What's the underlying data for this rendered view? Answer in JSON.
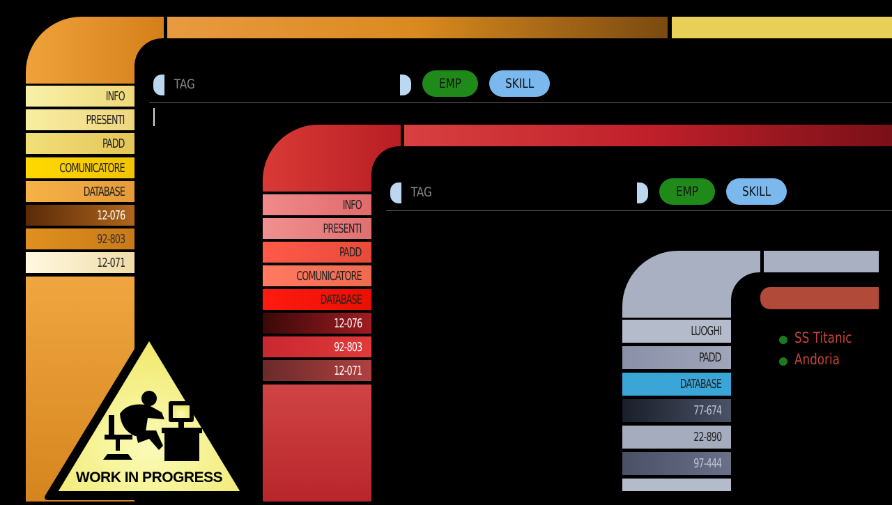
{
  "colors": {
    "orange": "#e08a1e",
    "red": "#c0242a",
    "grey": "#a9b0c2",
    "green": "#1f8a1a",
    "blue": "#7ab8ee"
  },
  "panel1": {
    "menu": [
      "INFO",
      "PRESENTI",
      "PADD",
      "COMUNICATORE",
      "DATABASE",
      "12-076",
      "92-803",
      "12-071"
    ],
    "tag_placeholder": "TAG",
    "emp_label": "EMP",
    "skill_label": "SKILL"
  },
  "panel2": {
    "menu": [
      "INFO",
      "PRESENTI",
      "PADD",
      "COMUNICATORE",
      "DATABASE",
      "12-076",
      "92-803",
      "12-071"
    ],
    "tag_placeholder": "TAG",
    "emp_label": "EMP",
    "skill_label": "SKILL"
  },
  "panel3": {
    "menu": [
      "LUOGHI",
      "PADD",
      "DATABASE",
      "77-674",
      "22-890",
      "97-444"
    ],
    "locations": [
      "SS Titanic",
      "Andoria"
    ]
  },
  "banner": {
    "text": "WORK IN PROGRESS",
    "icon": "work-in-progress-icon"
  }
}
